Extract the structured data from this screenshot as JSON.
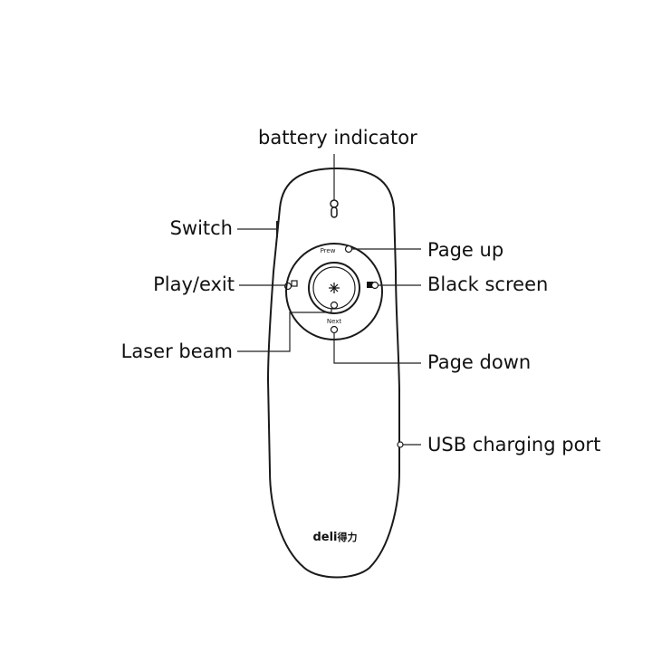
{
  "labels": {
    "battery_indicator": "battery indicator",
    "switch": "Switch",
    "play_exit": "Play/exit",
    "laser_beam": "Laser beam",
    "page_up": "Page up",
    "black_screen": "Black screen",
    "page_down": "Page down",
    "usb_charging_port": "USB charging port"
  },
  "device": {
    "prev_label": "Prew",
    "next_label": "Next",
    "brand_latin": "deli",
    "brand_cjk": "得力"
  },
  "colors": {
    "outline": "#1a1a1a",
    "leader": "#222222",
    "body_fill": "#ffffff"
  }
}
